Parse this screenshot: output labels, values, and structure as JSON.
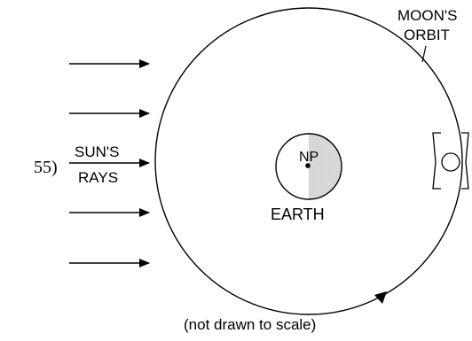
{
  "question_number": "55)",
  "sun_label_line1": "SUN'S",
  "sun_label_line2": "RAYS",
  "earth_label": "EARTH",
  "north_pole_label": "NP",
  "orbit_label_line1": "MOON'S",
  "orbit_label_line2": "ORBIT",
  "caption": "(not drawn to scale)",
  "colors": {
    "line": "#000000",
    "background": "#ffffff",
    "earth_night_side": "#d9d9d9"
  }
}
